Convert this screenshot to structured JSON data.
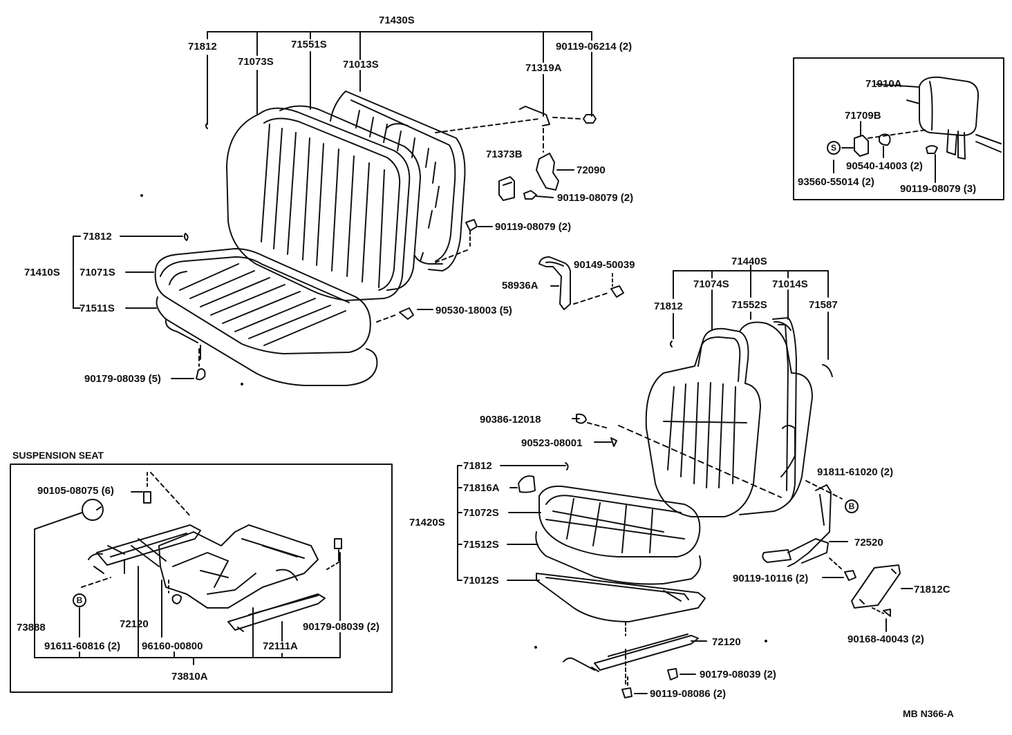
{
  "labels": {
    "p71430S": "71430S",
    "p71812_a": "71812",
    "p71073S": "71073S",
    "p71551S": "71551S",
    "p71013S": "71013S",
    "p71319A": "71319A",
    "p90119_06214": "90119-06214 (2)",
    "p71373B": "71373B",
    "p72090": "72090",
    "p90119_08079_a": "90119-08079 (2)",
    "p90119_08079_b": "90119-08079 (2)",
    "p71812_b": "71812",
    "p71410S": "71410S",
    "p71071S": "71071S",
    "p71511S": "71511S",
    "p90530_18003": "90530-18003 (5)",
    "p90179_08039_a": "90179-08039 (5)",
    "p90149_50039": "90149-50039",
    "p58936A": "58936A",
    "p71440S": "71440S",
    "p71074S": "71074S",
    "p71014S": "71014S",
    "p71812_c": "71812",
    "p71552S": "71552S",
    "p71587": "71587",
    "p90386_12018": "90386-12018",
    "p90523_08001": "90523-08001",
    "p71812_d": "71812",
    "p71816A": "71816A",
    "p71420S": "71420S",
    "p71072S": "71072S",
    "p71512S": "71512S",
    "p71012S": "71012S",
    "p91811_61020": "91811-61020 (2)",
    "p72520": "72520",
    "p90119_10116": "90119-10116 (2)",
    "p71812C": "71812C",
    "p90168_40043": "90168-40043 (2)",
    "p72120_b": "72120",
    "p90179_08039_c": "90179-08039 (2)",
    "p90119_08086": "90119-08086 (2)",
    "p71910A": "71910A",
    "p71709B": "71709B",
    "p90540_14003": "90540-14003 (2)",
    "p93560_55014": "93560-55014 (2)",
    "p90119_08079_c": "90119-08079 (3)",
    "suspension_title": "SUSPENSION SEAT",
    "p90105_08075": "90105-08075 (6)",
    "p73888": "73888",
    "p72120_a": "72120",
    "p90179_08039_b": "90179-08039 (2)",
    "p91611_60816": "91611-60816 (2)",
    "p96160_00800": "96160-00800",
    "p72111A": "72111A",
    "p73810A": "73810A",
    "ref_code": "MB N366-A"
  },
  "badges": {
    "S": "S",
    "B_right": "B",
    "B_left": "B"
  },
  "colors": {
    "ink": "#111111",
    "background": "#ffffff"
  }
}
